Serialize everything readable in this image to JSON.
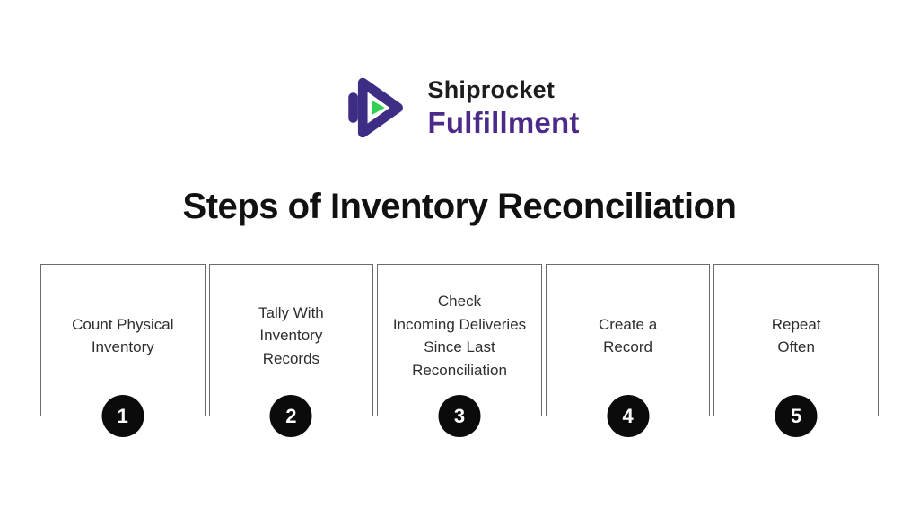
{
  "logo": {
    "brand_top": "Shiprocket",
    "brand_bottom": "Fulfillment",
    "purple": "#4b2a8a",
    "green": "#2fd153"
  },
  "title": "Steps of Inventory Reconciliation",
  "colors": {
    "background": "#ffffff",
    "box_border": "#6b6b6b",
    "badge_bg": "#0b0b0b",
    "badge_text": "#ffffff",
    "title_text": "#111111",
    "step_text": "#2e2e2e"
  },
  "steps": [
    {
      "number": "1",
      "label": "Count Physical\nInventory"
    },
    {
      "number": "2",
      "label": "Tally With\nInventory\nRecords"
    },
    {
      "number": "3",
      "label": "Check\nIncoming Deliveries\nSince Last\nReconciliation"
    },
    {
      "number": "4",
      "label": "Create a\nRecord"
    },
    {
      "number": "5",
      "label": "Repeat\nOften"
    }
  ]
}
